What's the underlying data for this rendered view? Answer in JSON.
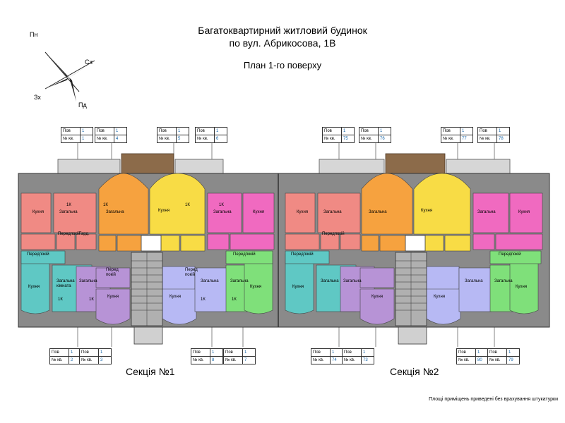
{
  "header": {
    "title_line1": "Багатоквартирний житловий будинок",
    "title_line2": "по вул. Абрикосова, 1В",
    "floor_plan": "План 1-го поверху"
  },
  "compass": {
    "n": "Пн",
    "s": "Пд",
    "e": "Сх",
    "w": "Зх"
  },
  "tag_keys": {
    "floor": "Пов",
    "apt": "№ кв."
  },
  "tags_top": [
    {
      "floor": "1",
      "apt": "1"
    },
    {
      "floor": "1",
      "apt": "4"
    },
    {
      "floor": "1",
      "apt": "5"
    },
    {
      "floor": "1",
      "apt": "6"
    },
    {
      "floor": "1",
      "apt": "75"
    },
    {
      "floor": "1",
      "apt": "76"
    },
    {
      "floor": "1",
      "apt": "77"
    },
    {
      "floor": "1",
      "apt": "78"
    }
  ],
  "tags_bottom": [
    {
      "floor": "1",
      "apt": "2"
    },
    {
      "floor": "1",
      "apt": "3"
    },
    {
      "floor": "1",
      "apt": "8"
    },
    {
      "floor": "1",
      "apt": "7"
    },
    {
      "floor": "1",
      "apt": "74"
    },
    {
      "floor": "1",
      "apt": "73"
    },
    {
      "floor": "1",
      "apt": "80"
    },
    {
      "floor": "1",
      "apt": "79"
    }
  ],
  "sections": {
    "s1": "Секція №1",
    "s2": "Секція №2"
  },
  "footnote": "Площі приміщень приведені без врахування штукатурки",
  "room_labels": {
    "kitchen": "Кухня",
    "living_1": "Загальна",
    "living_2": "кімната",
    "corridor": "Передпокій",
    "corridor_short_1": "Перед",
    "corridor_short_2": "покій",
    "bath": "Гард.",
    "apt_1k": "1К"
  },
  "colors": {
    "salmon": "#f08a84",
    "orange": "#f6a23f",
    "yellow": "#f8dc45",
    "pink": "#f06ac0",
    "teal": "#5fc8c4",
    "purple": "#b793d6",
    "blue": "#b7b9f4",
    "green": "#7fe07a",
    "wall": "#7a7a7a",
    "balcony": "#cfcfcf",
    "stair": "#9a9a9a",
    "brown": "#8c6b4a"
  }
}
